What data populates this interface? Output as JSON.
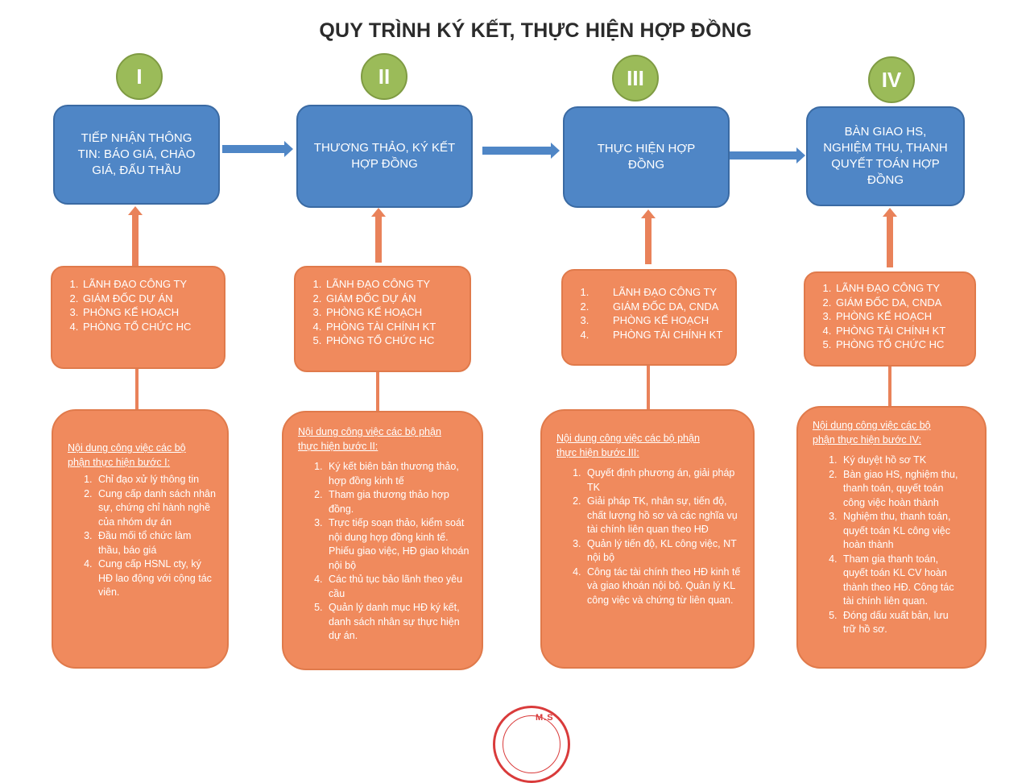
{
  "title": "QUY TRÌNH KÝ KẾT, THỰC HIỆN HỢP ĐỒNG",
  "stages": [
    {
      "numeral": "I",
      "step_lines": [
        "TIẾP NHẬN THÔNG",
        "TIN: BÁO GIÁ, CHÀO",
        "GIÁ, ĐẤU THẦU"
      ],
      "departments": [
        "LÃNH ĐẠO CÔNG TY",
        "GIÁM ĐỐC DỰ ÁN",
        "PHÒNG KẾ HOẠCH",
        "PHÒNG TỔ CHỨC HC"
      ],
      "content_heading_lines": [
        "Nội dung công việc các bộ",
        "phận thực hiện bước I:"
      ],
      "tasks": [
        "Chỉ đạo xử lý thông tin",
        "Cung cấp danh sách nhân sự, chứng chỉ hành nghề của nhóm dự án",
        "Đầu mối tổ chức làm thầu, báo giá",
        "Cung cấp HSNL cty, ký HĐ lao động với cộng tác viên."
      ]
    },
    {
      "numeral": "II",
      "step_lines": [
        "THƯƠNG THẢO, KÝ KẾT",
        "HỢP ĐỒNG"
      ],
      "departments": [
        "LÃNH ĐẠO CÔNG TY",
        "GIÁM ĐỐC DỰ ÁN",
        "PHÒNG KẾ HOẠCH",
        "PHÒNG TÀI CHÍNH KT",
        "PHÒNG TỔ CHỨC HC"
      ],
      "content_heading_lines": [
        "Nội dung công việc các bộ phận",
        "thực hiện bước II:"
      ],
      "tasks": [
        "Ký kết biên bản thương thảo, hợp đồng kinh tế",
        "Tham gia thương thảo hợp đồng.",
        "Trực tiếp soạn thảo, kiểm soát nội dung hợp đồng kinh tế. Phiếu giao việc, HĐ giao khoán nội bộ",
        "Các thủ tục bảo lãnh theo yêu cầu",
        "Quản lý danh mục HĐ ký kết, danh sách nhân sự thực hiện dự án."
      ]
    },
    {
      "numeral": "III",
      "step_lines": [
        "THỰC HIỆN HỢP",
        "ĐỒNG"
      ],
      "departments": [
        "LÃNH ĐẠO CÔNG TY",
        "GIÁM ĐỐC DA, CNDA",
        "PHÒNG KẾ HOẠCH",
        "PHÒNG TÀI CHÍNH KT"
      ],
      "content_heading_lines": [
        "Nội dung công việc các bộ phận",
        "thực hiện bước III:"
      ],
      "tasks": [
        "Quyết định phương án, giải pháp TK",
        "Giải pháp TK, nhân sự, tiến độ, chất lượng hồ sơ và các nghĩa vụ tài chính liên quan theo HĐ",
        "Quản lý tiến độ, KL công việc, NT nội bộ",
        "Công tác tài chính theo HĐ kinh tế và giao khoán nội bộ. Quản lý KL công việc và chứng từ liên quan."
      ]
    },
    {
      "numeral": "IV",
      "step_lines": [
        "BÀN GIAO HS,",
        "NGHIỆM THU, THANH",
        "QUYẾT TOÁN HỢP",
        "ĐỒNG"
      ],
      "departments": [
        "LÃNH ĐẠO CÔNG TY",
        "GIÁM ĐỐC DA, CNDA",
        "PHÒNG KẾ HOẠCH",
        "PHÒNG TÀI CHÍNH KT",
        "PHÒNG TỔ CHỨC HC"
      ],
      "content_heading_lines": [
        "Nội dung công việc các bộ",
        "phận thực hiện bước IV:"
      ],
      "tasks": [
        "Ký duyệt hồ sơ TK",
        "Bàn giao HS, nghiệm thu, thanh toán, quyết toán công việc hoàn thành",
        "Nghiệm thu, thanh toán, quyết toán KL công việc hoàn thành",
        "Tham gia thanh toán, quyết toán KL CV hoàn thành theo HĐ. Công tác tài chính liên quan.",
        "Đóng dấu xuất bản, lưu trữ hồ sơ."
      ]
    }
  ],
  "colors": {
    "stage_circle": "#9bbb59",
    "step_box": "#4f86c6",
    "orange_box": "#f08a5d",
    "seal": "#d93b3b"
  },
  "seal_text": "M.S"
}
